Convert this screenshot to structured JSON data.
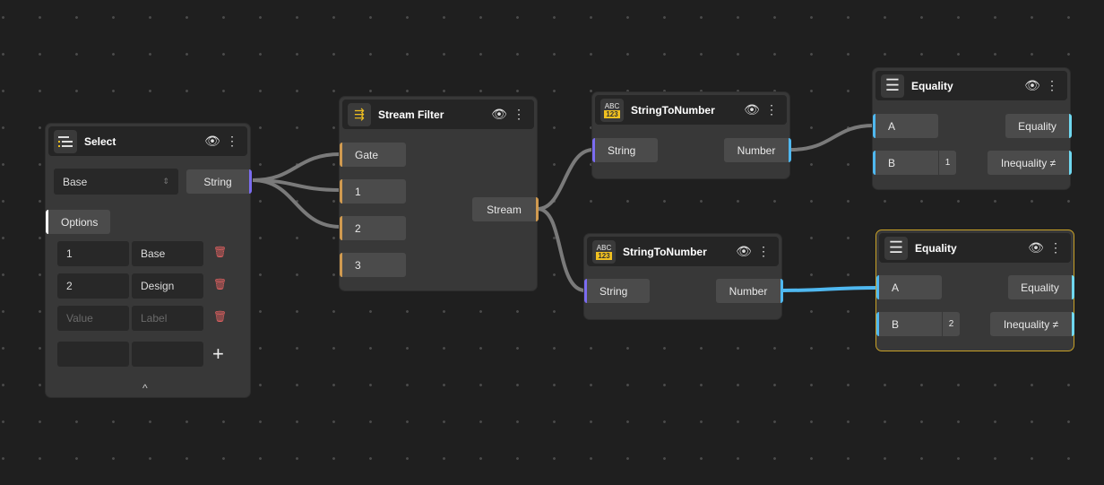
{
  "colors": {
    "string": "#7b6cf0",
    "stream": "#d09a50",
    "number": "#4fb8f0",
    "bool": "#6fd8f0",
    "wire": "#7a7a7a",
    "active_wire": "#4fb8f0",
    "selected_border": "#c9a227"
  },
  "select": {
    "title": "Select",
    "dropdown_value": "Base",
    "output": "String",
    "options_tab": "Options",
    "options": [
      {
        "value": "1",
        "label": "Base"
      },
      {
        "value": "2",
        "label": "Design"
      }
    ],
    "new_row": {
      "value_placeholder": "Value",
      "label_placeholder": "Label"
    },
    "add": "+",
    "collapse": "^"
  },
  "stream_filter": {
    "title": "Stream Filter",
    "inputs": [
      "Gate",
      "1",
      "2",
      "3"
    ],
    "output": "Stream"
  },
  "string_to_number_1": {
    "title": "StringToNumber",
    "icon_top": "ABC",
    "icon_bottom": "123",
    "input": "String",
    "output": "Number"
  },
  "string_to_number_2": {
    "title": "StringToNumber",
    "icon_top": "ABC",
    "icon_bottom": "123",
    "input": "String",
    "output": "Number"
  },
  "equality_1": {
    "title": "Equality",
    "input_a": "A",
    "input_b": "B",
    "b_value": "1",
    "out_eq": "Equality",
    "out_neq": "Inequality ≠"
  },
  "equality_2": {
    "title": "Equality",
    "input_a": "A",
    "input_b": "B",
    "b_value": "2",
    "out_eq": "Equality",
    "out_neq": "Inequality ≠"
  }
}
